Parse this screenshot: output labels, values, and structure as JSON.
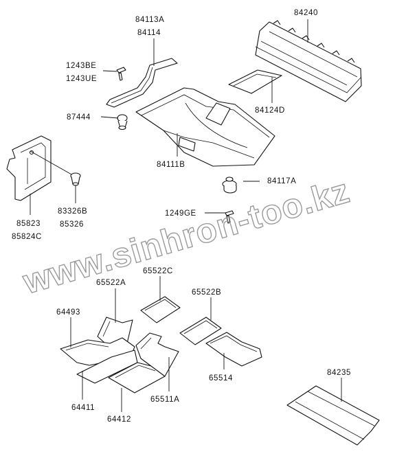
{
  "diagram": {
    "watermark": "www.sinhron-too.kz",
    "corner_mark": "",
    "labels": {
      "p84240": "84240",
      "p84113A": "84113A",
      "p84114": "84114",
      "p1243BE": "1243BE",
      "p1243UE": "1243UE",
      "p87444": "87444",
      "p84124D": "84124D",
      "p84111B": "84111B",
      "p84117A": "84117A",
      "p85823": "85823",
      "p85824C": "85824C",
      "p83326B": "83326B",
      "p85326": "85326",
      "p1249GE": "1249GE",
      "p65522C": "65522C",
      "p65522A": "65522A",
      "p65522B": "65522B",
      "p64493": "64493",
      "p65514": "65514",
      "p64411": "64411",
      "p64412": "64412",
      "p65511A": "65511A",
      "p84235": "84235"
    }
  }
}
